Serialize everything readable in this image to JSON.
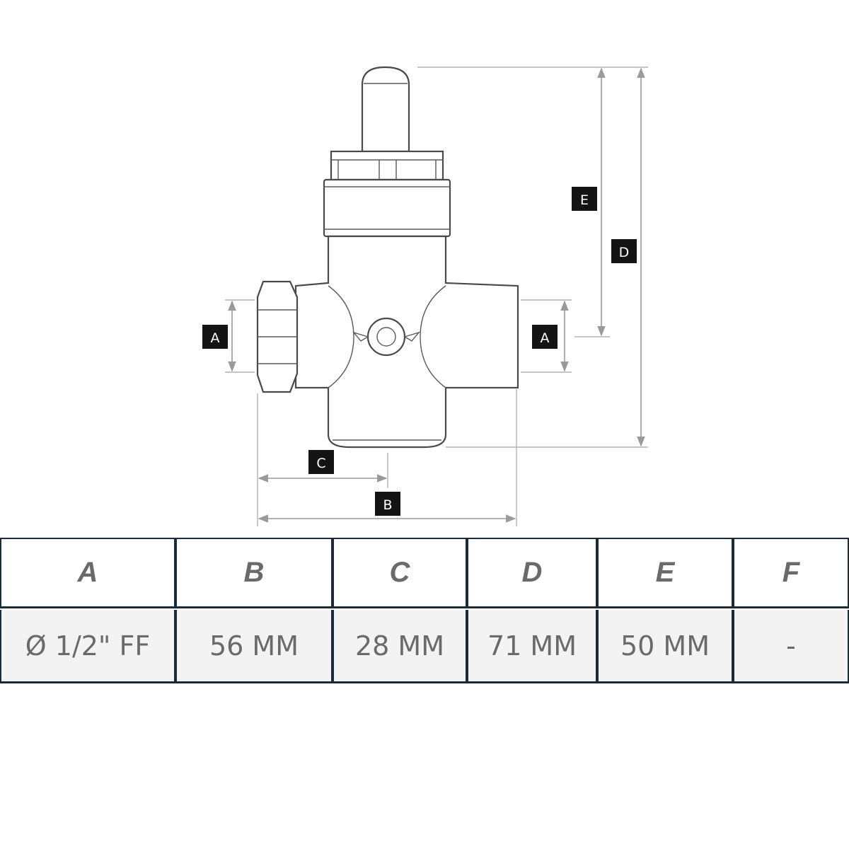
{
  "drawing": {
    "labels": {
      "a_left": "A",
      "a_right": "A",
      "b": "B",
      "c": "C",
      "d": "D",
      "e": "E"
    }
  },
  "table": {
    "headers": [
      "A",
      "B",
      "C",
      "D",
      "E",
      "F"
    ],
    "values": [
      "Ø 1/2\" FF",
      "56 MM",
      "28 MM",
      "71 MM",
      "50 MM",
      "-"
    ]
  }
}
